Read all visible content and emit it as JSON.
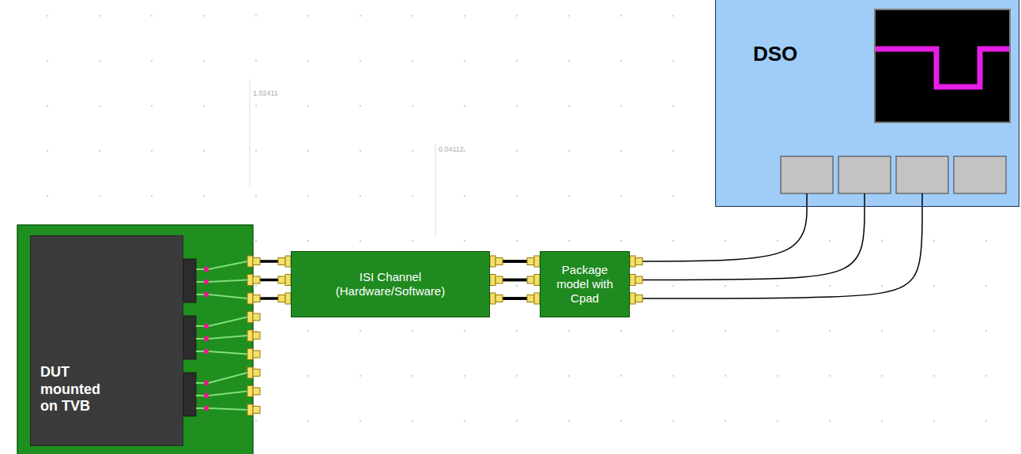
{
  "diagram": {
    "nodes": [
      {
        "text": [
          "DUT mounted on TVB"
        ]
      },
      {
        "text": [
          "ISI Channel (Hardware/Software)"
        ]
      },
      {
        "text": [
          "Package model with Cpad"
        ]
      },
      {
        "text": [
          "DSO"
        ]
      }
    ],
    "edges": [
      {
        "from": 0,
        "to": 1,
        "arrow": "none"
      },
      {
        "from": 0,
        "to": 1,
        "arrow": "none"
      },
      {
        "from": 0,
        "to": 1,
        "arrow": "none"
      },
      {
        "from": 1,
        "to": 2,
        "arrow": "none"
      },
      {
        "from": 1,
        "to": 2,
        "arrow": "none"
      },
      {
        "from": 1,
        "to": 2,
        "arrow": "none"
      },
      {
        "from": 2,
        "to": 3,
        "arrow": "none"
      },
      {
        "from": 2,
        "to": 3,
        "arrow": "none"
      },
      {
        "from": 2,
        "to": 3,
        "arrow": "none"
      }
    ],
    "labels": [
      "1.02411",
      "0.04112"
    ]
  }
}
